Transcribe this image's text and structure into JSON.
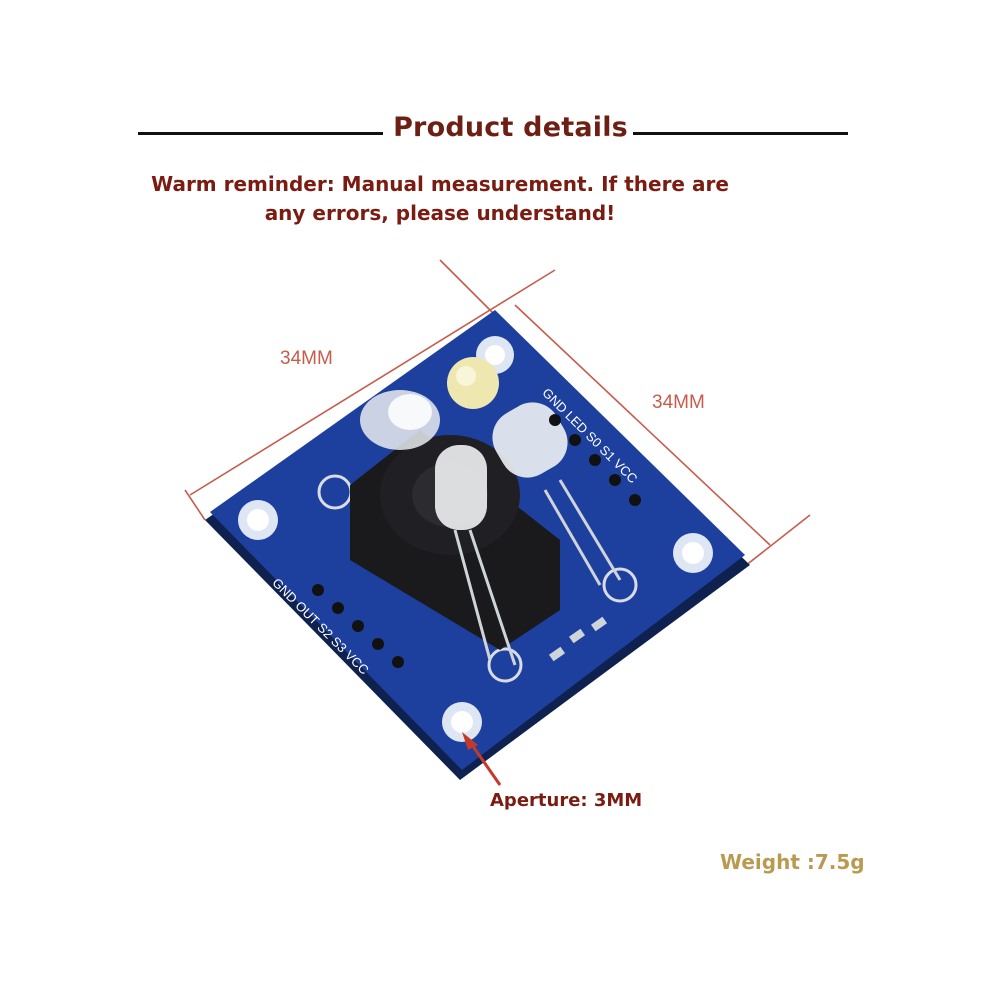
{
  "header": {
    "title": "Product details",
    "reminder_line1": "Warm reminder: Manual measurement. If there are",
    "reminder_line2": "any errors, please understand!"
  },
  "dimensions": {
    "width_label": "34MM",
    "height_label": "34MM"
  },
  "board": {
    "top_header_pins": [
      "GND",
      "LED",
      "S0",
      "S1",
      "VCC"
    ],
    "bottom_header_pins": [
      "GND",
      "OUT",
      "S2",
      "S3",
      "VCC"
    ],
    "board_color": "#1d3f9e",
    "accent_color": "#c43a2a"
  },
  "annotations": {
    "aperture_label": "Aperture: 3MM",
    "weight_label": "Weight :7.5g"
  }
}
